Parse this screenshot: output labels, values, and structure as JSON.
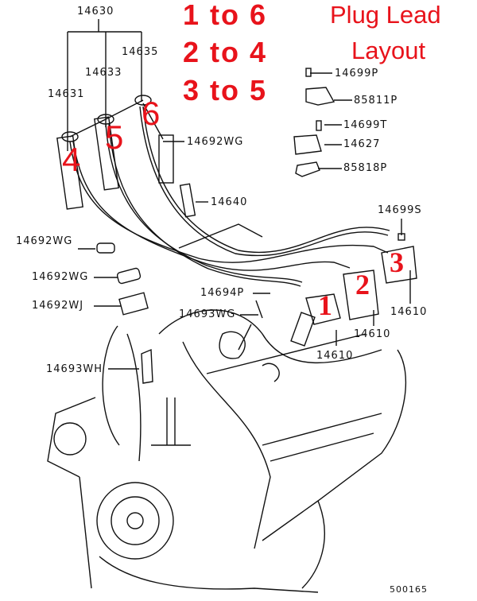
{
  "annotation": {
    "firing_pairs": [
      "1 to 6",
      "2 to 4",
      "3 to 5"
    ],
    "title_line1": "Plug Lead",
    "title_line2": "Layout",
    "cylinder_numbers": [
      "1",
      "2",
      "3",
      "4",
      "5",
      "6"
    ],
    "accent_color": "#e8131b"
  },
  "part_labels": {
    "lead_set": "14630",
    "lead_6": "14635",
    "lead_5": "14633",
    "lead_4": "14631",
    "clip_upper": "14692WG",
    "spark_plug": "14640",
    "bolt_p": "14699P",
    "bracket_p": "85811P",
    "bolt_t": "14699T",
    "module": "14627",
    "bracket_818": "85818P",
    "bolt_s": "14699S",
    "clip_left_1": "14692WG",
    "clip_left_2": "14692WG",
    "clip_wj": "14692WJ",
    "nut_p": "14694P",
    "clip_wg": "14693WG",
    "coil_3": "14610",
    "coil_2": "14610",
    "coil_1": "14610",
    "clip_wh": "14693WH"
  },
  "diagram_code": "500165"
}
